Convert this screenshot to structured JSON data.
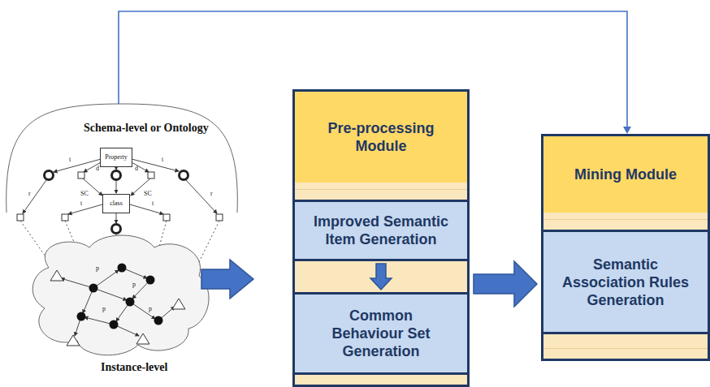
{
  "diagram": {
    "nodes": [
      {
        "text": [
          "Property"
        ]
      },
      {
        "text": [
          "class"
        ]
      },
      {
        "text": [
          "Pre-processing Module"
        ]
      },
      {
        "text": [
          "Improved Semantic Item Generation"
        ],
        "in": 2
      },
      {
        "text": [
          "Common Behaviour Set Generation"
        ],
        "in": 2
      },
      {
        "text": [
          "Mining Module"
        ]
      },
      {
        "text": [
          "Semantic Association Rules Generation"
        ],
        "in": 5
      }
    ],
    "edges": [
      {
        "from": 3,
        "to": 4,
        "arrow": "to"
      },
      {
        "from": 2,
        "to": 5,
        "arrow": "to"
      }
    ],
    "labels": [
      "Schema-level or Ontology",
      "t",
      "d",
      "SC",
      "d",
      "SC",
      "t",
      "r",
      "t",
      "t",
      "r",
      "p",
      "p",
      "p",
      "p",
      "Instance-level"
    ]
  }
}
